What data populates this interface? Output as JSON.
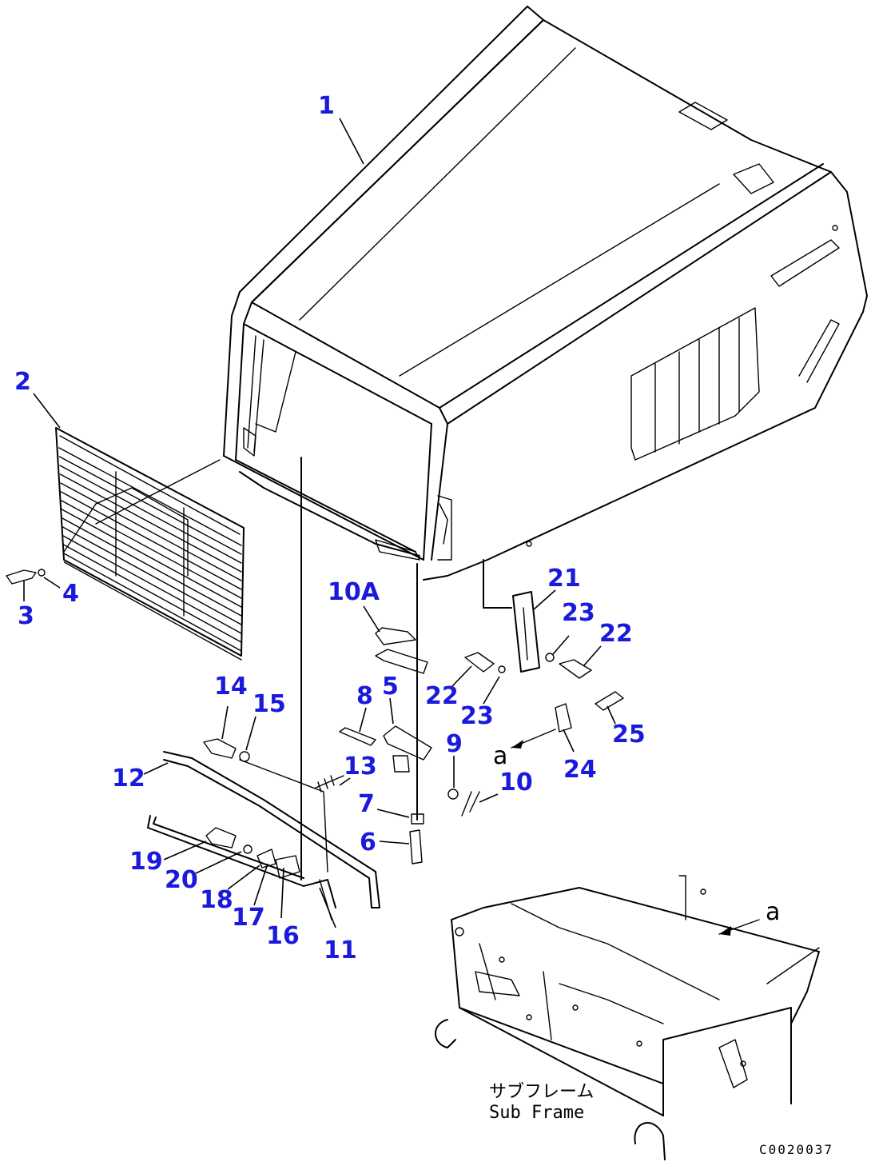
{
  "diagram": {
    "callouts": [
      "1",
      "2",
      "3",
      "4",
      "5",
      "6",
      "7",
      "8",
      "9",
      "10",
      "10A",
      "11",
      "12",
      "13",
      "14",
      "15",
      "16",
      "17",
      "18",
      "19",
      "20",
      "21",
      "22",
      "23",
      "22",
      "23",
      "24",
      "25"
    ],
    "view_mark_upper": "a",
    "view_mark_lower": "a",
    "subframe_label_jp": "サブフレーム",
    "subframe_label_en": "Sub Frame",
    "drawing_code": "C0020037",
    "colors": {
      "callout": "#1a1adc",
      "line": "#000000",
      "background": "#ffffff"
    }
  }
}
